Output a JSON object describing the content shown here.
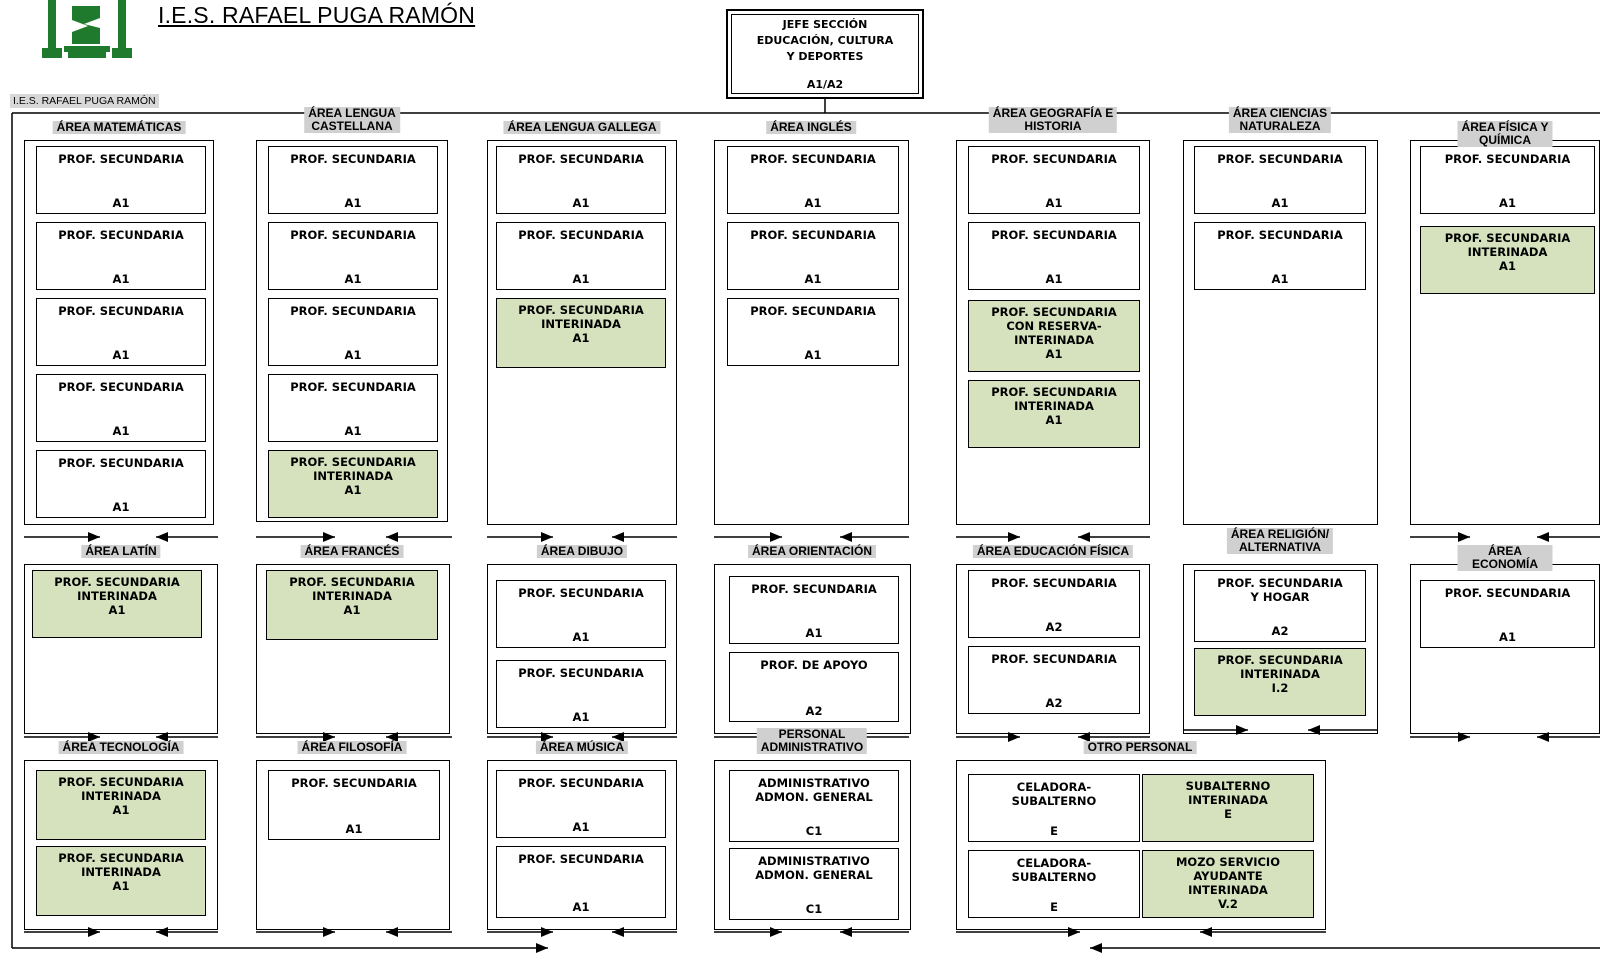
{
  "title": "I.E.S. RAFAEL PUGA RAMÓN",
  "colors": {
    "interim": "#d5e2bd",
    "label_bg": "#d0d0d0",
    "line": "#000000"
  },
  "head": {
    "title": "JEFE SECCIÓN\nEDUCACIÓN, CULTURA\nY DEPORTES",
    "group": "A1/A2"
  },
  "school_label": "I.E.S. RAFAEL  PUGA RAMÓN",
  "areas": [
    {
      "id": "matematicas",
      "label": "ÁREA MATEMÁTICAS",
      "positions": [
        {
          "title": "PROF.  SECUNDARIA",
          "group": "A1",
          "interim": false
        },
        {
          "title": "PROF. SECUNDARIA",
          "group": "A1",
          "interim": false
        },
        {
          "title": "PROF.  SECUNDARIA",
          "group": "A1",
          "interim": false
        },
        {
          "title": "PROF.  SECUNDARIA",
          "group": "A1",
          "interim": false
        },
        {
          "title": "PROF.  SECUNDARIA",
          "group": "A1",
          "interim": false
        }
      ]
    },
    {
      "id": "lengua-castellana",
      "label": "ÁREA LENGUA\nCASTELLANA",
      "positions": [
        {
          "title": "PROF.  SECUNDARIA",
          "group": "A1",
          "interim": false
        },
        {
          "title": "PROF.  SECUNDARIA",
          "group": "A1",
          "interim": false
        },
        {
          "title": "PROF.  SECUNDARIA",
          "group": "A1",
          "interim": false
        },
        {
          "title": "PROF.  SECUNDARIA",
          "group": "A1",
          "interim": false
        },
        {
          "title": "PROF.  SECUNDARIA\nINTERINADA",
          "group": "A1",
          "interim": true
        }
      ]
    },
    {
      "id": "lengua-gallega",
      "label": "ÁREA LENGUA GALLEGA",
      "positions": [
        {
          "title": "PROF.  SECUNDARIA",
          "group": "A1",
          "interim": false
        },
        {
          "title": "PROF.  SECUNDARIA",
          "group": "A1",
          "interim": false
        },
        {
          "title": "PROF.  SECUNDARIA\nINTERINADA",
          "group": "A1",
          "interim": true
        }
      ]
    },
    {
      "id": "ingles",
      "label": "ÁREA INGLÉS",
      "positions": [
        {
          "title": "PROF.  SECUNDARIA",
          "group": "A1",
          "interim": false
        },
        {
          "title": "PROF.  SECUNDARIA",
          "group": "A1",
          "interim": false
        },
        {
          "title": "PROF.  SECUNDARIA",
          "group": "A1",
          "interim": false
        }
      ]
    },
    {
      "id": "geografia",
      "label": "ÁREA GEOGRAFÍA  E\nHISTORIA",
      "positions": [
        {
          "title": "PROF.  SECUNDARIA",
          "group": "A1",
          "interim": false
        },
        {
          "title": "PROF.  SECUNDARIA",
          "group": "A1",
          "interim": false
        },
        {
          "title": "PROF.  SECUNDARIA\nCON RESERVA-\nINTERINADA",
          "group": "A1",
          "interim": true
        },
        {
          "title": "PROF.  SECUNDARIA\nINTERINADA",
          "group": "A1",
          "interim": true
        }
      ]
    },
    {
      "id": "ciencias",
      "label": "ÁREA CIENCIAS\nNATURALEZA",
      "positions": [
        {
          "title": "PROF.  SECUNDARIA",
          "group": "A1",
          "interim": false
        },
        {
          "title": "PROF.  SECUNDARIA",
          "group": "A1",
          "interim": false
        }
      ]
    },
    {
      "id": "fisica",
      "label": "ÁREA FÍSICA Y QUÍMICA",
      "positions": [
        {
          "title": "PROF.  SECUNDARIA",
          "group": "A1",
          "interim": false
        },
        {
          "title": "PROF.  SECUNDARIA\nINTERINADA",
          "group": "A1",
          "interim": true
        }
      ]
    },
    {
      "id": "latin",
      "label": "ÁREA LATÍN",
      "positions": [
        {
          "title": "PROF. SECUNDARIA\nINTERINADA",
          "group": "A1",
          "interim": true
        }
      ]
    },
    {
      "id": "frances",
      "label": "ÁREA FRANCÉS",
      "positions": [
        {
          "title": "PROF. SECUNDARIA\nINTERINADA",
          "group": "A1",
          "interim": true
        }
      ]
    },
    {
      "id": "dibujo",
      "label": "ÁREA DIBUJO",
      "positions": [
        {
          "title": "PROF. SECUNDARIA",
          "group": "A1",
          "interim": false
        },
        {
          "title": "PROF. SECUNDARIA",
          "group": "A1",
          "interim": false
        }
      ]
    },
    {
      "id": "orientacion",
      "label": "ÁREA ORIENTACIÓN",
      "positions": [
        {
          "title": "PROF.  SECUNDARIA",
          "group": "A1",
          "interim": false
        },
        {
          "title": "PROF.  DE APOYO",
          "group": "A2",
          "interim": false
        }
      ]
    },
    {
      "id": "educacion-fisica",
      "label": "ÁREA EDUCACIÓN FÍSICA",
      "positions": [
        {
          "title": "PROF.  SECUNDARIA",
          "group": "A2",
          "interim": false
        },
        {
          "title": "PROF.  SECUNDARIA",
          "group": "A2",
          "interim": false
        }
      ]
    },
    {
      "id": "religion",
      "label": "ÁREA RELIGIÓN/\nALTERNATIVA",
      "positions": [
        {
          "title": "PROF. SECUNDARIA\nY HOGAR",
          "group": "A2",
          "interim": false
        },
        {
          "title": "PROF.  SECUNDARIA\nINTERINADA",
          "group": "I.2",
          "interim": true
        }
      ]
    },
    {
      "id": "economia",
      "label": "ÁREA ECONOMÍA",
      "positions": [
        {
          "title": "PROF.  SECUNDARIA",
          "group": "A1",
          "interim": false
        }
      ]
    },
    {
      "id": "tecnologia",
      "label": "ÁREA TECNOLOGÍA",
      "positions": [
        {
          "title": "PROF.  SECUNDARIA\nINTERINADA",
          "group": "A1",
          "interim": true
        },
        {
          "title": "PROF.  SECUNDARIA\nINTERINADA",
          "group": "A1",
          "interim": true
        }
      ]
    },
    {
      "id": "filosofia",
      "label": "ÁREA FILOSOFÍA",
      "positions": [
        {
          "title": "PROF. SECUNDARIA",
          "group": "A1",
          "interim": false
        }
      ]
    },
    {
      "id": "musica",
      "label": "ÁREA MÚSICA",
      "positions": [
        {
          "title": "PROF.  SECUNDARIA",
          "group": "A1",
          "interim": false
        },
        {
          "title": "PROF.  SECUNDARIA",
          "group": "A1",
          "interim": false
        }
      ]
    },
    {
      "id": "administrativo",
      "label": "PERSONAL\nADMINISTRATIVO",
      "positions": [
        {
          "title": "ADMINISTRATIVO\nADMON. GENERAL",
          "group": "C1",
          "interim": false
        },
        {
          "title": "ADMINISTRATIVO\nADMON. GENERAL",
          "group": "C1",
          "interim": false
        }
      ]
    },
    {
      "id": "otro-personal",
      "label": "OTRO PERSONAL",
      "positions": [
        {
          "title": "CELADORA-\nSUBALTERNO",
          "group": "E",
          "interim": false
        },
        {
          "title": "SUBALTERNO\nINTERINADA",
          "group": "E",
          "interim": true
        },
        {
          "title": "CELADORA-\nSUBALTERNO",
          "group": "E",
          "interim": false
        },
        {
          "title": "MOZO SERVICIO\nAYUDANTE\nINTERINADA",
          "group": "V.2",
          "interim": true
        }
      ]
    }
  ]
}
